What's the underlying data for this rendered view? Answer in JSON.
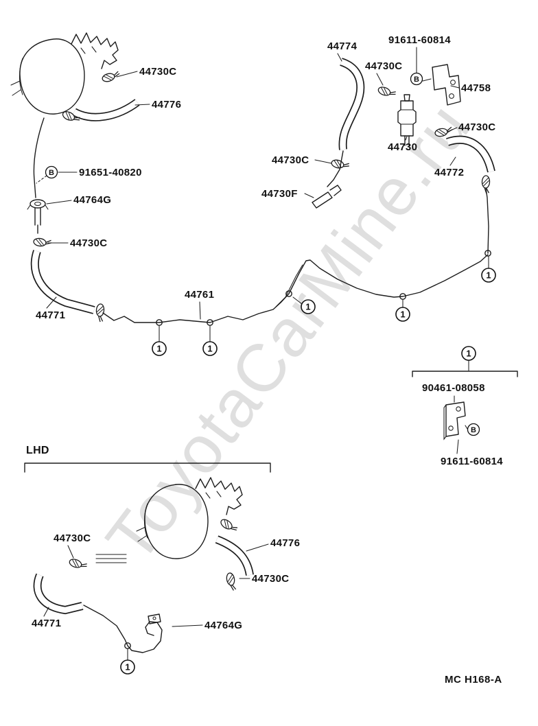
{
  "watermark": "ToyotaCarMine.ru",
  "page_code": "MC  H168-A",
  "section_label": "LHD",
  "callout_number": "1",
  "connector_letter": "B",
  "part_labels": [
    "44730C",
    "44776",
    "91651-40820",
    "44764G",
    "44730C",
    "44771",
    "44761",
    "44774",
    "91611-60814",
    "44730C",
    "44758",
    "44730C",
    "44730",
    "44772",
    "44730C",
    "44730F",
    "90461-08058",
    "91611-60814",
    "44730C",
    "44776",
    "44730C",
    "44771",
    "44764G"
  ]
}
